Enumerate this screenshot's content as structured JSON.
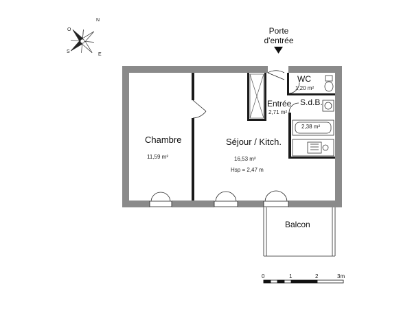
{
  "entrance": {
    "line1": "Porte",
    "line2": "d'entrée"
  },
  "rooms": {
    "chambre": {
      "name": "Chambre",
      "area": "11,59 m²"
    },
    "sejour": {
      "name": "Séjour / Kitch.",
      "area": "16,53 m²",
      "hsp": "Hsp = 2,47 m"
    },
    "entree": {
      "name": "Entrée",
      "area": "2,71 m²"
    },
    "wc": {
      "name": "WC",
      "area": "1,20 m²"
    },
    "sdb": {
      "name": "S.d.B.",
      "area": "2,38 m²"
    },
    "balcon": {
      "name": "Balcon"
    }
  },
  "compass": {
    "n": "N",
    "e": "E",
    "s": "S",
    "o": "O"
  },
  "scale": {
    "t0": "0",
    "t1": "1",
    "t2": "2",
    "t3": "3m"
  },
  "colors": {
    "wall": "#8a8a8a",
    "line": "#222222"
  }
}
